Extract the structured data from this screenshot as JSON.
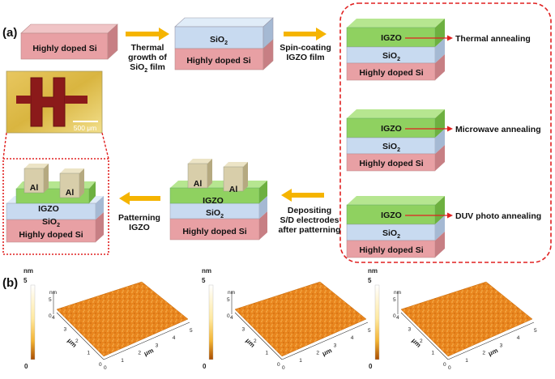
{
  "panel_labels": {
    "a": "(a)",
    "b": "(b)"
  },
  "layers": {
    "si": "Highly doped Si",
    "sio2": "SiO",
    "sio2_sub": "2",
    "igzo": "IGZO",
    "al": "Al"
  },
  "steps": {
    "thermal_growth": [
      "Thermal",
      "growth of",
      "SiO",
      "2",
      " film"
    ],
    "spin_coating": [
      "Spin-coating",
      "IGZO film"
    ],
    "depositing": [
      "Depositing",
      "S/D electrodes",
      "after patterning"
    ],
    "patterning": [
      "Patterning",
      "IGZO"
    ]
  },
  "annealing": {
    "thermal": "Thermal annealing",
    "microwave": "Microwave annealing",
    "duv": "DUV photo annealing"
  },
  "micrograph": {
    "scale_bar": "500 μm"
  },
  "afm": {
    "unit": "nm",
    "colorbar_max": "5",
    "colorbar_min": "0",
    "z_unit": "nm",
    "z_max": "5",
    "z_min": "0",
    "axis_unit": "μm",
    "x_ticks": [
      "0",
      "1",
      "2",
      "3",
      "4",
      "5"
    ],
    "y_ticks": [
      "0",
      "1",
      "2",
      "3",
      "4"
    ]
  },
  "colors": {
    "si": "#e8a0a4",
    "sio2": "#c8daf0",
    "igzo": "#8fd160",
    "al": "#d8ceaa",
    "arrow": "#f5b400",
    "red": "#e02020",
    "afm": "#e88a20"
  }
}
